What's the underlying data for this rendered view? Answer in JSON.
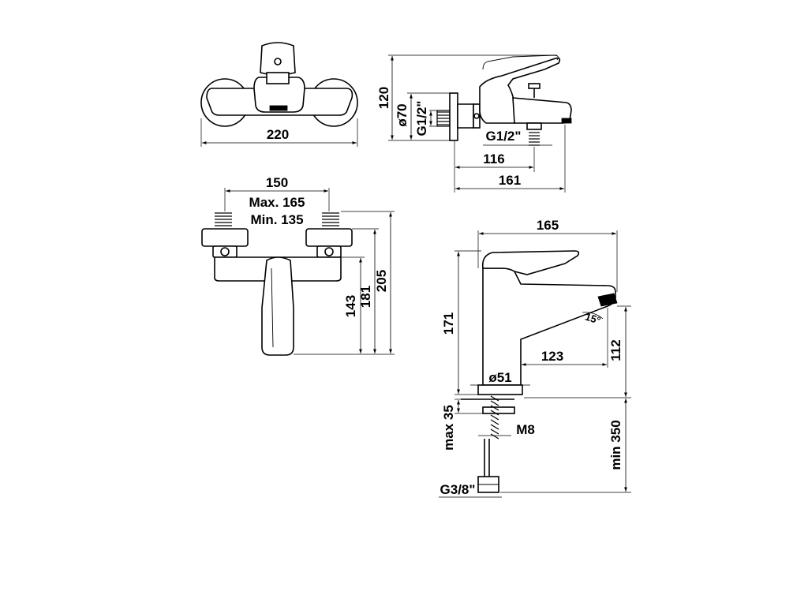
{
  "views": {
    "wall_front": {
      "width": "220"
    },
    "wall_side": {
      "height": "120",
      "diameter": "ø70",
      "thread_wall": "G1/2\"",
      "thread_outlet": "G1/2\"",
      "projection_outlet": "116",
      "projection_total": "161"
    },
    "wall_bottom": {
      "centers": "150",
      "centers_max": "Max. 165",
      "centers_min": "Min. 135",
      "height_lever": "143",
      "height_body": "181",
      "height_total": "205"
    },
    "basin": {
      "length": "165",
      "height": "171",
      "angle": "15°",
      "reach": "123",
      "spout_height": "112",
      "base_diameter": "ø51",
      "max_deck": "max 35",
      "stud": "M8",
      "hose_length": "min 350",
      "hose_thread": "G3/8\""
    }
  }
}
